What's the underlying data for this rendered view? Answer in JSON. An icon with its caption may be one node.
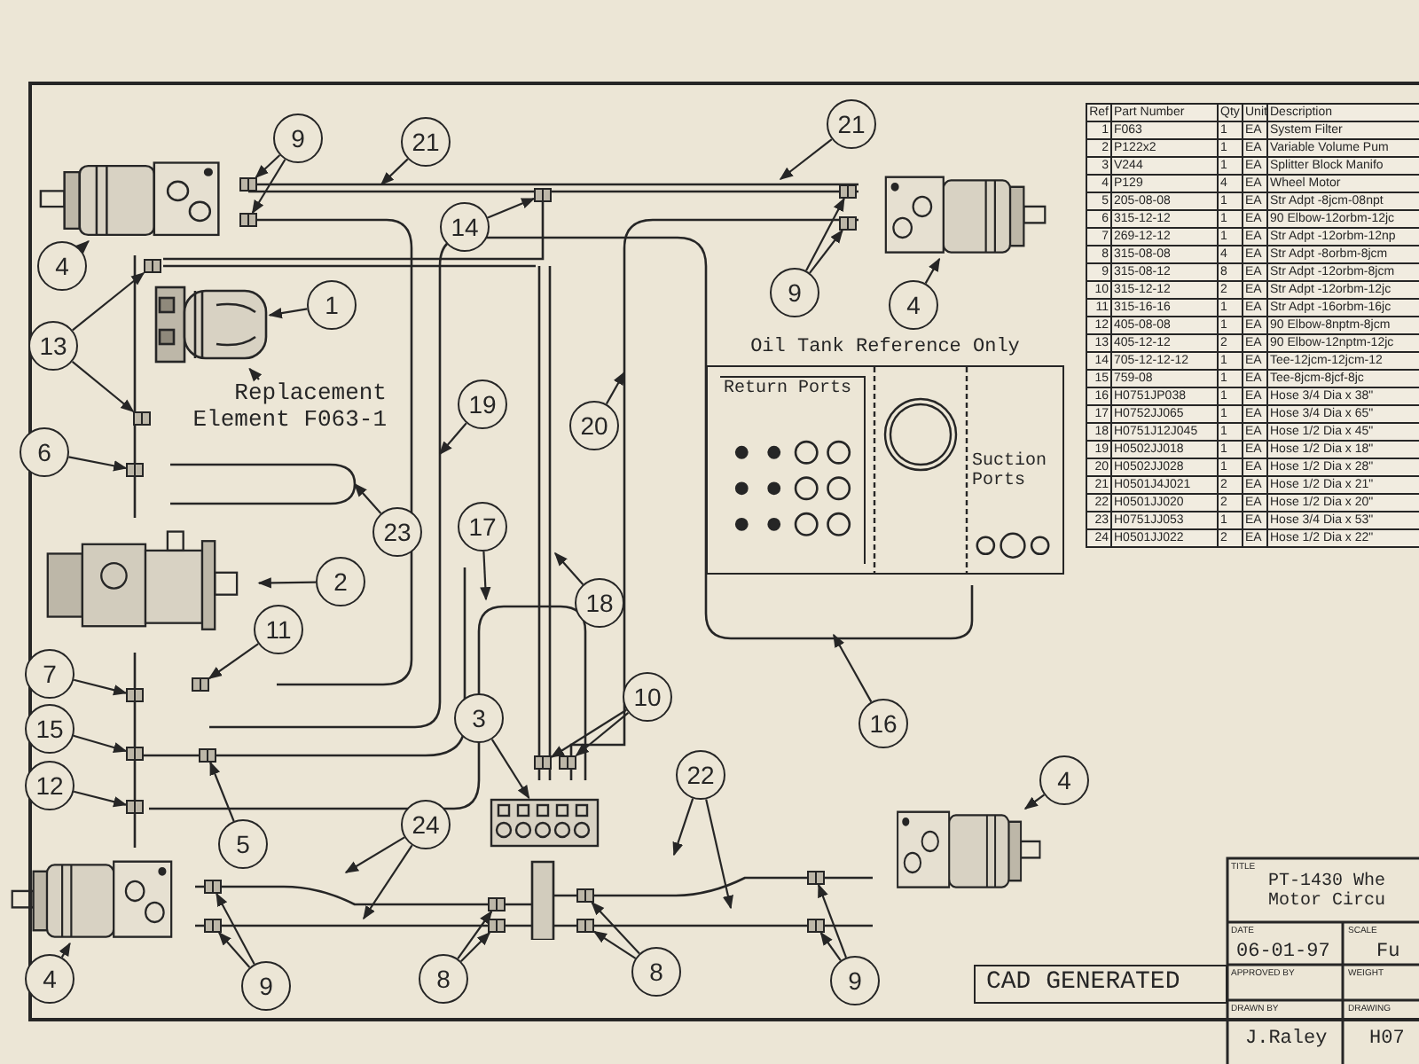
{
  "diagram": {
    "nodes": [
      {
        "text": [
          "21"
        ]
      },
      {
        "text": [
          "21"
        ]
      },
      {
        "text": [
          "9"
        ]
      },
      {
        "text": [],
        "shape": "picture"
      },
      {
        "text": [],
        "shape": "picture"
      },
      {
        "text": [
          "4"
        ]
      },
      {
        "text": [
          "14"
        ]
      },
      {
        "text": [
          "9"
        ]
      },
      {
        "text": [
          "4"
        ]
      },
      {
        "text": [],
        "shape": "picture"
      },
      {
        "text": [
          "1"
        ]
      },
      {
        "text": [
          "13"
        ]
      },
      {
        "text": [
          "Replacement Element F063-1"
        ]
      },
      {
        "text": [
          "19"
        ]
      },
      {
        "text": [
          "20"
        ]
      },
      {
        "text": [
          "Oil Tank Reference Only"
        ]
      },
      {
        "text": [
          "Return Ports"
        ],
        "in": 15
      },
      {
        "text": [
          "Suction Ports"
        ],
        "in": 15
      },
      {
        "text": [
          "6"
        ]
      },
      {
        "text": [
          "23"
        ]
      },
      {
        "text": [
          "17"
        ]
      },
      {
        "text": [],
        "shape": "picture"
      },
      {
        "text": [
          "2"
        ]
      },
      {
        "text": [
          "18"
        ]
      },
      {
        "text": [
          "11"
        ]
      },
      {
        "text": [
          "7"
        ]
      },
      {
        "text": [
          "10"
        ]
      },
      {
        "text": [
          "3"
        ]
      },
      {
        "text": [
          "16"
        ]
      },
      {
        "text": [
          "15"
        ]
      },
      {
        "text": [],
        "shape": "picture"
      },
      {
        "text": [
          "12"
        ]
      },
      {
        "text": [
          "22"
        ]
      },
      {
        "text": [
          "24"
        ]
      },
      {
        "text": [
          "4"
        ]
      },
      {
        "text": [],
        "shape": "picture"
      },
      {
        "text": [],
        "shape": "picture"
      },
      {
        "text": [
          "5"
        ]
      },
      {
        "text": [
          "4"
        ]
      },
      {
        "text": [
          "9"
        ]
      },
      {
        "text": [
          "8"
        ]
      },
      {
        "text": [
          "8"
        ]
      },
      {
        "text": [
          "9"
        ]
      },
      {
        "text": [],
        "shape": "picture"
      },
      {
        "text": [],
        "shape": "picture"
      },
      {
        "text": [],
        "shape": "picture"
      },
      {
        "text": [],
        "shape": "picture"
      },
      {
        "text": [],
        "shape": "picture"
      },
      {
        "text": [],
        "shape": "picture"
      },
      {
        "text": [],
        "shape": "picture"
      },
      {
        "text": [],
        "shape": "picture"
      },
      {
        "text": [],
        "shape": "picture"
      },
      {
        "text": [],
        "shape": "picture"
      },
      {
        "text": [],
        "shape": "picture"
      },
      {
        "text": [],
        "shape": "picture"
      },
      {
        "text": [],
        "shape": "picture"
      },
      {
        "text": [],
        "shape": "picture"
      },
      {
        "text": [],
        "shape": "picture"
      },
      {
        "text": [],
        "shape": "picture"
      },
      {
        "text": [],
        "shape": "picture"
      },
      {
        "text": [],
        "shape": "picture"
      },
      {
        "text": [],
        "shape": "picture"
      },
      {
        "text": [],
        "shape": "picture"
      },
      {
        "text": [],
        "shape": "picture"
      },
      {
        "text": [],
        "shape": "picture"
      },
      {
        "text": [],
        "shape": "picture"
      }
    ],
    "edges": [
      {
        "from": 0,
        "to": null,
        "arrow": "to"
      },
      {
        "from": 1,
        "to": null,
        "arrow": "to"
      },
      {
        "from": 2,
        "to": 43,
        "arrow": "to"
      },
      {
        "from": 2,
        "to": 44,
        "arrow": "to"
      },
      {
        "from": 5,
        "to": 3,
        "arrow": "to"
      },
      {
        "from": 6,
        "to": 45,
        "arrow": "to"
      },
      {
        "from": 7,
        "to": 46,
        "arrow": "to"
      },
      {
        "from": 7,
        "to": 47,
        "arrow": "to"
      },
      {
        "from": 8,
        "to": 4,
        "arrow": "to"
      },
      {
        "from": 10,
        "to": 9,
        "arrow": "to"
      },
      {
        "from": 11,
        "to": 48,
        "arrow": "to"
      },
      {
        "from": 11,
        "to": 49,
        "arrow": "to"
      },
      {
        "from": 12,
        "to": 9,
        "arrow": "to"
      },
      {
        "from": 13,
        "to": null,
        "arrow": "to"
      },
      {
        "from": 14,
        "to": null,
        "arrow": "to"
      },
      {
        "from": 18,
        "to": 50,
        "arrow": "to"
      },
      {
        "from": 19,
        "to": null,
        "arrow": "to"
      },
      {
        "from": 20,
        "to": null,
        "arrow": "to"
      },
      {
        "from": 22,
        "to": 21,
        "arrow": "to"
      },
      {
        "from": 23,
        "to": null,
        "arrow": "to"
      },
      {
        "from": 24,
        "to": 51,
        "arrow": "to"
      },
      {
        "from": 25,
        "to": 52,
        "arrow": "to"
      },
      {
        "from": 26,
        "to": 53,
        "arrow": "to"
      },
      {
        "from": 26,
        "to": 54,
        "arrow": "to"
      },
      {
        "from": 27,
        "to": 30,
        "arrow": "to"
      },
      {
        "from": 28,
        "to": null,
        "arrow": "to"
      },
      {
        "from": 29,
        "to": 55,
        "arrow": "to"
      },
      {
        "from": 31,
        "to": 56,
        "arrow": "to"
      },
      {
        "from": 32,
        "to": null,
        "arrow": "to"
      },
      {
        "from": 32,
        "to": null,
        "arrow": "to"
      },
      {
        "from": 33,
        "to": null,
        "arrow": "to"
      },
      {
        "from": 33,
        "to": null,
        "arrow": "to"
      },
      {
        "from": 34,
        "to": 36,
        "arrow": "to"
      },
      {
        "from": 37,
        "to": 57,
        "arrow": "to"
      },
      {
        "from": 38,
        "to": 35,
        "arrow": "to"
      },
      {
        "from": 39,
        "to": 58,
        "arrow": "to"
      },
      {
        "from": 39,
        "to": 59,
        "arrow": "to"
      },
      {
        "from": 40,
        "to": 60,
        "arrow": "to"
      },
      {
        "from": 40,
        "to": 61,
        "arrow": "to"
      },
      {
        "from": 41,
        "to": 62,
        "arrow": "to"
      },
      {
        "from": 41,
        "to": 63,
        "arrow": "to"
      },
      {
        "from": 42,
        "to": 64,
        "arrow": "to"
      },
      {
        "from": 42,
        "to": 65,
        "arrow": "to"
      }
    ],
    "labels": [
      "Ref",
      "Part Number",
      "Qty",
      "Unit",
      "Description",
      "1",
      "F063",
      "1",
      "EA",
      "System Filter",
      "2",
      "P122x2",
      "1",
      "EA",
      "Variable Volume Pum",
      "3",
      "V244",
      "1",
      "EA",
      "Splitter Block Manifo",
      "4",
      "P129",
      "4",
      "EA",
      "Wheel Motor",
      "5",
      "205-08-08",
      "1",
      "EA",
      "Str Adpt -8jcm-08npt",
      "6",
      "315-12-12",
      "1",
      "EA",
      "90 Elbow-12orbm-12jc",
      "7",
      "269-12-12",
      "1",
      "EA",
      "Str Adpt -12orbm-12np",
      "8",
      "315-08-08",
      "4",
      "EA",
      "Str Adpt -8orbm-8jcm",
      "9",
      "315-08-12",
      "8",
      "EA",
      "Str Adpt -12orbm-8jcm",
      "10",
      "315-12-12",
      "2",
      "EA",
      "Str Adpt -12orbm-12jc",
      "11",
      "315-16-16",
      "1",
      "EA",
      "Str Adpt -16orbm-16jc",
      "12",
      "405-08-08",
      "1",
      "EA",
      "90 Elbow-8nptm-8jcm",
      "13",
      "405-12-12",
      "2",
      "EA",
      "90 Elbow-12nptm-12jc",
      "14",
      "705-12-12-12",
      "1",
      "EA",
      "Tee-12jcm-12jcm-12",
      "15",
      "759-08",
      "1",
      "EA",
      "Tee-8jcm-8jcf-8jc",
      "16",
      "H0751JP038",
      "1",
      "EA",
      "Hose 3/4 Dia x 38\"",
      "17",
      "H0752JJ065",
      "1",
      "EA",
      "Hose 3/4 Dia x 65\"",
      "18",
      "H0751J12J045",
      "1",
      "EA",
      "Hose 1/2 Dia x 45\"",
      "19",
      "H0502JJ018",
      "1",
      "EA",
      "Hose 1/2 Dia x 18\"",
      "20",
      "H0502JJ028",
      "1",
      "EA",
      "Hose 1/2 Dia x 28\"",
      "21",
      "H0501J4J021",
      "2",
      "EA",
      "Hose 1/2 Dia x 21\"",
      "22",
      "H0501JJ020",
      "2",
      "EA",
      "Hose 1/2 Dia x 20\"",
      "23",
      "H0751JJ053",
      "1",
      "EA",
      "Hose 3/4 Dia x 53\"",
      "24",
      "H0501JJ022",
      "2",
      "EA",
      "Hose 1/2 Dia x 22\"",
      "TITLE",
      "PT-1430 Whe Motor Circu",
      "DATE",
      "06-01-97",
      "SCALE",
      "Fu",
      "APPROVED BY",
      "WEIGHT",
      "CAD GENERATED",
      "DRAWN BY",
      "J.Raley",
      "DRAWING",
      "H07"
    ]
  }
}
